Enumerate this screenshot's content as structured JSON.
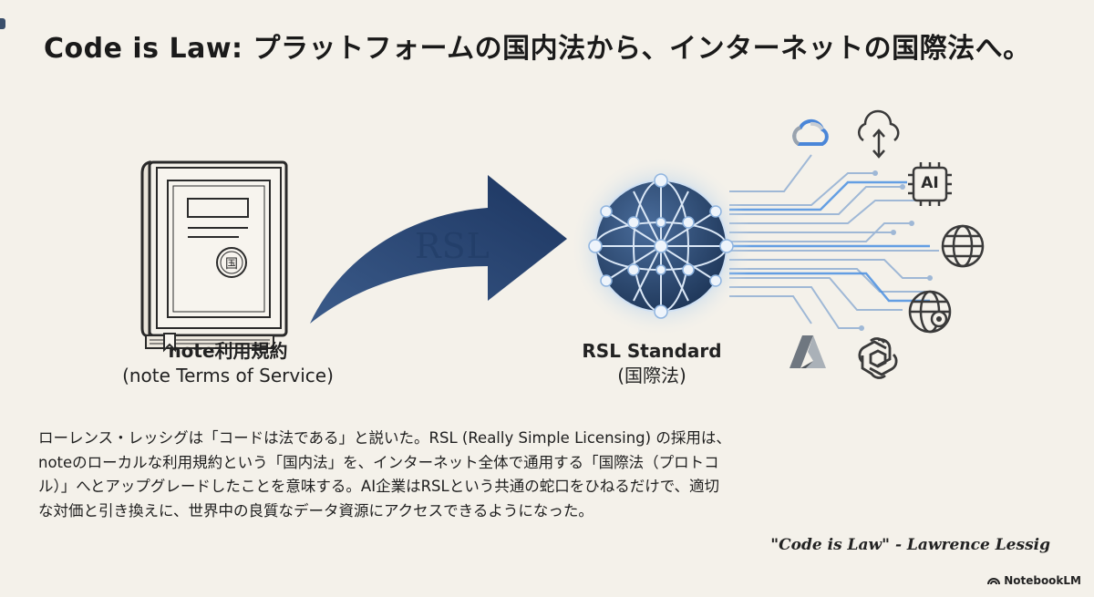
{
  "title": "Code is Law: プラットフォームの国内法から、インターネットの国際法へ。",
  "left": {
    "name": "note利用規約",
    "subtitle": "(note Terms of Service)",
    "seal_text": "国"
  },
  "center": {
    "arrow_label": "RSL"
  },
  "right": {
    "name": "RSL Standard",
    "subtitle": "(国際法)"
  },
  "network_icons": [
    {
      "name": "google-cloud-icon"
    },
    {
      "name": "cloud-sync-icon"
    },
    {
      "name": "ai-chip-icon",
      "label": "AI"
    },
    {
      "name": "globe-icon"
    },
    {
      "name": "globe-search-icon"
    },
    {
      "name": "azure-icon"
    },
    {
      "name": "openai-icon"
    }
  ],
  "body": "ローレンス・レッシグは「コードは法である」と説いた。RSL (Really Simple Licensing) の採用は、noteのローカルな利用規約という「国内法」を、インターネット全体で通用する「国際法（プロトコル）」へとアップグレードしたことを意味する。AI企業はRSLという共通の蛇口をひねるだけで、適切な対価と引き換えに、世界中の良質なデータ資源にアクセスできるようになった。",
  "quote": "\"Code is Law\" - Lawrence Lessig",
  "brand": "NotebookLM",
  "colors": {
    "background": "#f4f1ea",
    "arrow": "#1f3a63",
    "globe": "#2c4a75",
    "glow": "#5aa0e8"
  }
}
